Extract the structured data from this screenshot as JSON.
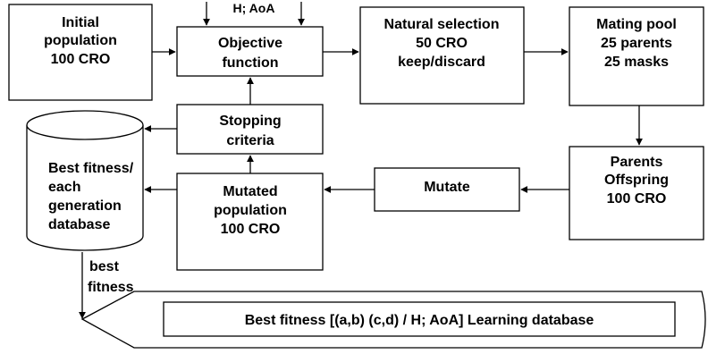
{
  "diagram": {
    "initial_population": {
      "line1": "Initial",
      "line2": "population",
      "line3": "100 CRO"
    },
    "objective_function": {
      "line1": "Objective",
      "line2": "function"
    },
    "input_label": "H; AoA",
    "natural_selection": {
      "line1": "Natural selection",
      "line2": "50 CRO",
      "line3": "keep/discard"
    },
    "mating_pool": {
      "line1": "Mating pool",
      "line2": "25 parents",
      "line3": "25 masks"
    },
    "stopping_criteria": {
      "line1": "Stopping",
      "line2": "criteria"
    },
    "parents_offspring": {
      "line1": "Parents",
      "line2": "Offspring",
      "line3": "100 CRO"
    },
    "mutate": {
      "line1": "Mutate"
    },
    "mutated_population": {
      "line1": "Mutated",
      "line2": "population",
      "line3": "100 CRO"
    },
    "database": {
      "line1": "Best fitness/",
      "line2": "each",
      "line3": "generation",
      "line4": "database"
    },
    "best_fitness_label": {
      "line1": "best",
      "line2": "fitness"
    },
    "learning_database": {
      "label": "Best fitness [(a,b) (c,d) / H; AoA] Learning database"
    }
  }
}
